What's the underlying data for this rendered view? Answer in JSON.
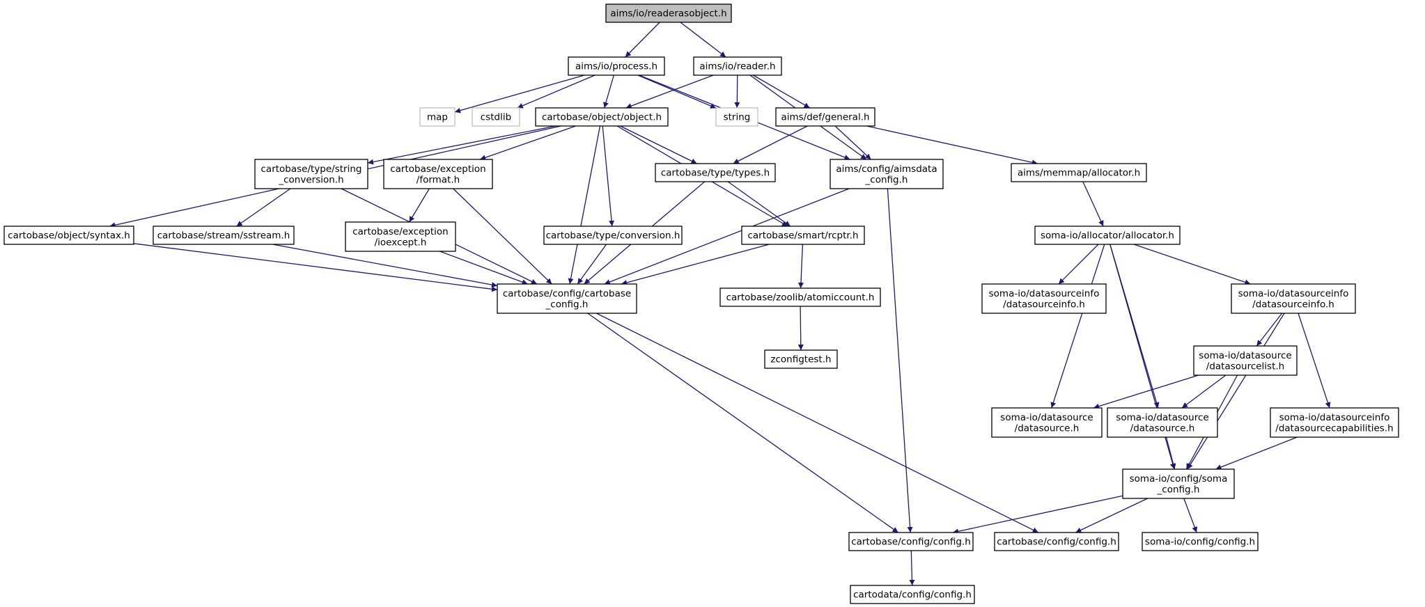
{
  "graph": {
    "nodes": [
      {
        "id": "readerasobject",
        "lines": [
          "aims/io/readerasobject.h"
        ],
        "root": true
      },
      {
        "id": "process",
        "lines": [
          "aims/io/process.h"
        ]
      },
      {
        "id": "reader",
        "lines": [
          "aims/io/reader.h"
        ]
      },
      {
        "id": "map",
        "lines": [
          "map"
        ],
        "external": true
      },
      {
        "id": "cstdlib",
        "lines": [
          "cstdlib"
        ],
        "external": true
      },
      {
        "id": "object",
        "lines": [
          "cartobase/object/object.h"
        ]
      },
      {
        "id": "string",
        "lines": [
          "string"
        ],
        "external": true
      },
      {
        "id": "general",
        "lines": [
          "aims/def/general.h"
        ]
      },
      {
        "id": "stringconv",
        "lines": [
          "cartobase/type/string",
          "_conversion.h"
        ]
      },
      {
        "id": "format",
        "lines": [
          "cartobase/exception",
          "/format.h"
        ]
      },
      {
        "id": "types",
        "lines": [
          "cartobase/type/types.h"
        ]
      },
      {
        "id": "aimsdata",
        "lines": [
          "aims/config/aimsdata",
          "_config.h"
        ]
      },
      {
        "id": "memmap",
        "lines": [
          "aims/memmap/allocator.h"
        ]
      },
      {
        "id": "syntax",
        "lines": [
          "cartobase/object/syntax.h"
        ]
      },
      {
        "id": "sstream",
        "lines": [
          "cartobase/stream/sstream.h"
        ]
      },
      {
        "id": "ioexcept",
        "lines": [
          "cartobase/exception",
          "/ioexcept.h"
        ]
      },
      {
        "id": "conversion",
        "lines": [
          "cartobase/type/conversion.h"
        ]
      },
      {
        "id": "rcptr",
        "lines": [
          "cartobase/smart/rcptr.h"
        ]
      },
      {
        "id": "somaalloc",
        "lines": [
          "soma-io/allocator/allocator.h"
        ]
      },
      {
        "id": "cbconfig",
        "lines": [
          "cartobase/config/cartobase",
          "_config.h"
        ]
      },
      {
        "id": "atomic",
        "lines": [
          "cartobase/zoolib/atomiccount.h"
        ]
      },
      {
        "id": "dsinfo1",
        "lines": [
          "soma-io/datasourceinfo",
          "/datasourceinfo.h"
        ]
      },
      {
        "id": "dsinfo2",
        "lines": [
          "soma-io/datasourceinfo",
          "/datasourceinfo.h"
        ]
      },
      {
        "id": "zconfig",
        "lines": [
          "zconfigtest.h"
        ]
      },
      {
        "id": "dslist",
        "lines": [
          "soma-io/datasource",
          "/datasourcelist.h"
        ]
      },
      {
        "id": "ds1",
        "lines": [
          "soma-io/datasource",
          "/datasource.h"
        ]
      },
      {
        "id": "ds2",
        "lines": [
          "soma-io/datasource",
          "/datasource.h"
        ]
      },
      {
        "id": "dscap",
        "lines": [
          "soma-io/datasourceinfo",
          "/datasourcecapabilities.h"
        ]
      },
      {
        "id": "somaconfig",
        "lines": [
          "soma-io/config/soma",
          "_config.h"
        ]
      },
      {
        "id": "config1",
        "lines": [
          "cartobase/config/config.h"
        ]
      },
      {
        "id": "config2",
        "lines": [
          "cartobase/config/config.h"
        ]
      },
      {
        "id": "somaioconfig",
        "lines": [
          "soma-io/config/config.h"
        ]
      },
      {
        "id": "cartodata",
        "lines": [
          "cartodata/config/config.h"
        ]
      }
    ],
    "edges": [
      [
        "readerasobject",
        "process"
      ],
      [
        "readerasobject",
        "reader"
      ],
      [
        "process",
        "map"
      ],
      [
        "process",
        "cstdlib"
      ],
      [
        "process",
        "object"
      ],
      [
        "process",
        "string"
      ],
      [
        "process",
        "aimsdata"
      ],
      [
        "reader",
        "object"
      ],
      [
        "reader",
        "string"
      ],
      [
        "reader",
        "general"
      ],
      [
        "reader",
        "aimsdata"
      ],
      [
        "object",
        "syntax"
      ],
      [
        "object",
        "stringconv"
      ],
      [
        "object",
        "format"
      ],
      [
        "object",
        "cbconfig"
      ],
      [
        "object",
        "conversion"
      ],
      [
        "object",
        "types"
      ],
      [
        "object",
        "rcptr"
      ],
      [
        "general",
        "types"
      ],
      [
        "general",
        "aimsdata"
      ],
      [
        "general",
        "memmap"
      ],
      [
        "stringconv",
        "sstream"
      ],
      [
        "stringconv",
        "cbconfig"
      ],
      [
        "format",
        "ioexcept"
      ],
      [
        "format",
        "cbconfig"
      ],
      [
        "types",
        "cbconfig"
      ],
      [
        "types",
        "rcptr"
      ],
      [
        "aimsdata",
        "cbconfig"
      ],
      [
        "aimsdata",
        "config1"
      ],
      [
        "memmap",
        "somaalloc"
      ],
      [
        "syntax",
        "cbconfig"
      ],
      [
        "sstream",
        "cbconfig"
      ],
      [
        "ioexcept",
        "cbconfig"
      ],
      [
        "conversion",
        "cbconfig"
      ],
      [
        "rcptr",
        "cbconfig"
      ],
      [
        "rcptr",
        "atomic"
      ],
      [
        "atomic",
        "zconfig"
      ],
      [
        "somaalloc",
        "dsinfo1"
      ],
      [
        "somaalloc",
        "dsinfo2"
      ],
      [
        "somaalloc",
        "ds1"
      ],
      [
        "somaalloc",
        "ds2"
      ],
      [
        "somaalloc",
        "somaconfig"
      ],
      [
        "cbconfig",
        "config1"
      ],
      [
        "cbconfig",
        "config2"
      ],
      [
        "dsinfo2",
        "dslist"
      ],
      [
        "dsinfo2",
        "dscap"
      ],
      [
        "dsinfo2",
        "somaconfig"
      ],
      [
        "dslist",
        "ds1"
      ],
      [
        "dslist",
        "ds2"
      ],
      [
        "dslist",
        "somaconfig"
      ],
      [
        "ds2",
        "somaconfig"
      ],
      [
        "dscap",
        "somaconfig"
      ],
      [
        "somaconfig",
        "config1"
      ],
      [
        "somaconfig",
        "config2"
      ],
      [
        "somaconfig",
        "somaioconfig"
      ],
      [
        "config1",
        "cartodata"
      ]
    ]
  }
}
